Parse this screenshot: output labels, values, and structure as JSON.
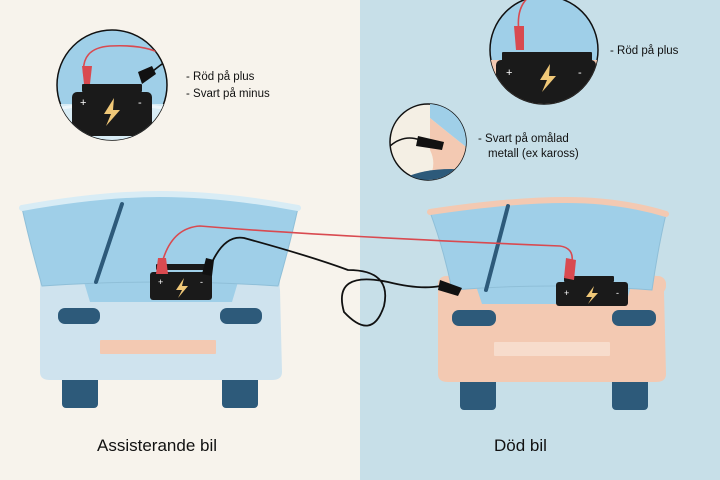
{
  "colors": {
    "left_background": "#f7f3ec",
    "right_background": "#c7dfe8",
    "assist_car_body": "#cfe3ee",
    "dead_car_body": "#f3c9b2",
    "windshield": "#9fcfe8",
    "tire": "#2d5a7a",
    "battery": "#1a1a1a",
    "bolt": "#f0c878",
    "red_cable": "#d94a50",
    "black_cable": "#111111"
  },
  "annotations": {
    "assist_red": "- Röd på plus",
    "assist_black": "- Svart på minus",
    "dead_red": "- Röd på plus",
    "dead_black_line1": "- Svart på omålad",
    "dead_black_line2": "metall (ex kaross)"
  },
  "captions": {
    "assist_car": "Assisterande bil",
    "dead_car": "Död bil"
  }
}
